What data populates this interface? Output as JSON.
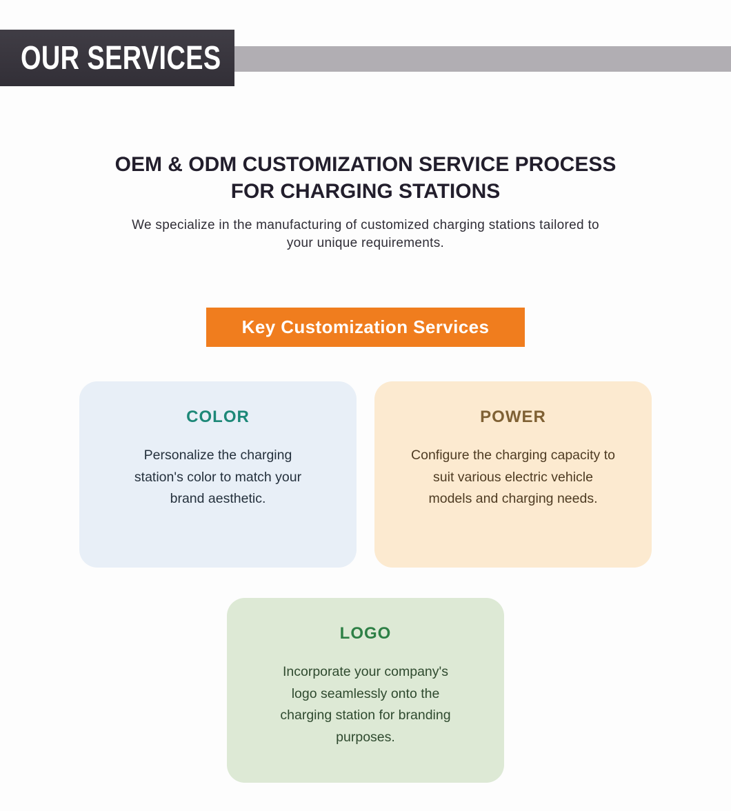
{
  "header": {
    "label": "OUR SERVICES"
  },
  "intro": {
    "title_line1": "OEM & ODM CUSTOMIZATION SERVICE PROCESS",
    "title_line2": "FOR CHARGING STATIONS",
    "subtitle": "We specialize in the manufacturing of customized charging stations tailored to your unique requirements."
  },
  "banner": {
    "label": "Key Customization Services"
  },
  "cards": [
    {
      "title": "COLOR",
      "body": "Personalize the charging station's color to match your brand aesthetic.",
      "bg_color": "#e8eff7",
      "title_color": "#1d8878",
      "text_color": "#25313d"
    },
    {
      "title": "POWER",
      "body": "Configure the charging capacity to suit various electric vehicle models and charging needs.",
      "bg_color": "#fcead0",
      "title_color": "#7f6134",
      "text_color": "#4e3b22"
    },
    {
      "title": "LOGO",
      "body": "Incorporate your company's logo seamlessly onto the charging station for branding purposes.",
      "bg_color": "#dde9d5",
      "title_color": "#2e8046",
      "text_color": "#2f4a2f"
    }
  ],
  "colors": {
    "page_bg": "#fdfdfd",
    "header_box_bg": "#38353c",
    "header_bar_bg": "#b1aeb3",
    "heading_text": "#221e2c",
    "banner_bg": "#f07d1e",
    "banner_text": "#ffffff"
  }
}
